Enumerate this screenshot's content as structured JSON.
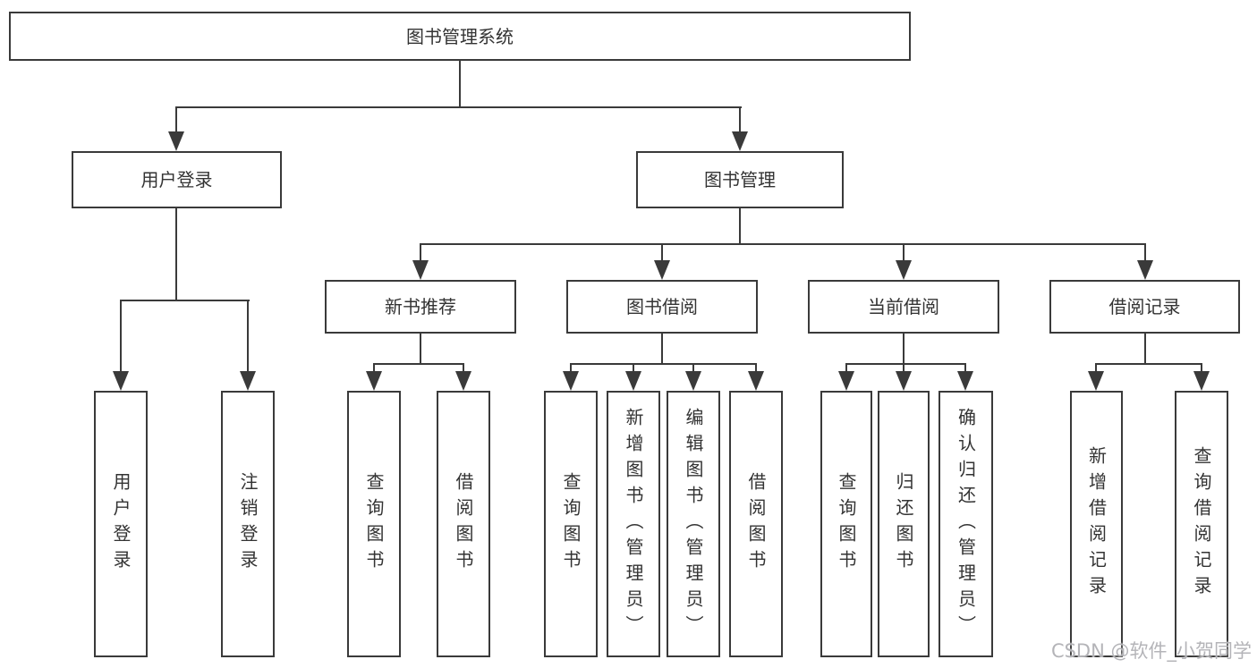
{
  "colors": {
    "line": "#3a3a3a",
    "text": "#333333",
    "watermark": "#b4b4b8",
    "background": "#ffffff"
  },
  "diagram": {
    "root": {
      "label": "图书管理系统"
    },
    "branches": [
      {
        "label": "用户登录",
        "children": [
          {
            "label": "用户登录"
          },
          {
            "label": "注销登录"
          }
        ]
      },
      {
        "label": "图书管理",
        "groups": [
          {
            "label": "新书推荐",
            "children": [
              {
                "label": "查询图书"
              },
              {
                "label": "借阅图书"
              }
            ]
          },
          {
            "label": "图书借阅",
            "children": [
              {
                "label": "查询图书"
              },
              {
                "label": "新增图书（管理员）"
              },
              {
                "label": "编辑图书（管理员）"
              },
              {
                "label": "借阅图书"
              }
            ]
          },
          {
            "label": "当前借阅",
            "children": [
              {
                "label": "查询图书"
              },
              {
                "label": "归还图书"
              },
              {
                "label": "确认归还（管理员）"
              }
            ]
          },
          {
            "label": "借阅记录",
            "children": [
              {
                "label": "新增借阅记录"
              },
              {
                "label": "查询借阅记录"
              }
            ]
          }
        ]
      }
    ]
  },
  "watermark": {
    "text": "CSDN @软件_小贺同学"
  }
}
